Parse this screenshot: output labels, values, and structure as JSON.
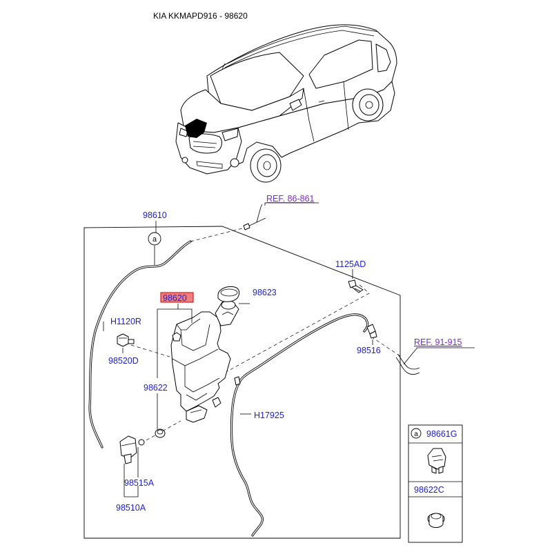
{
  "header": {
    "title": "KIA KKMAPD916 - 98620"
  },
  "colors": {
    "label": "#1c1cd6",
    "reference": "#7a2ad0",
    "highlight": "#f08080"
  },
  "parts": {
    "p98610": "98610",
    "p98620": "98620",
    "p98623": "98623",
    "p1125AD": "1125AD",
    "pH1120R": "H1120R",
    "p98520D": "98520D",
    "p98622": "98622",
    "p98516": "98516",
    "pH17925": "H17925",
    "p98515A": "98515A",
    "p98510A": "98510A"
  },
  "references": {
    "ref_top": "REF. 86-861",
    "ref_right": "REF. 91-915"
  },
  "callout": {
    "marker": "a"
  },
  "legend": {
    "marker": "a",
    "item1": "98661G",
    "item2": "98622C"
  }
}
